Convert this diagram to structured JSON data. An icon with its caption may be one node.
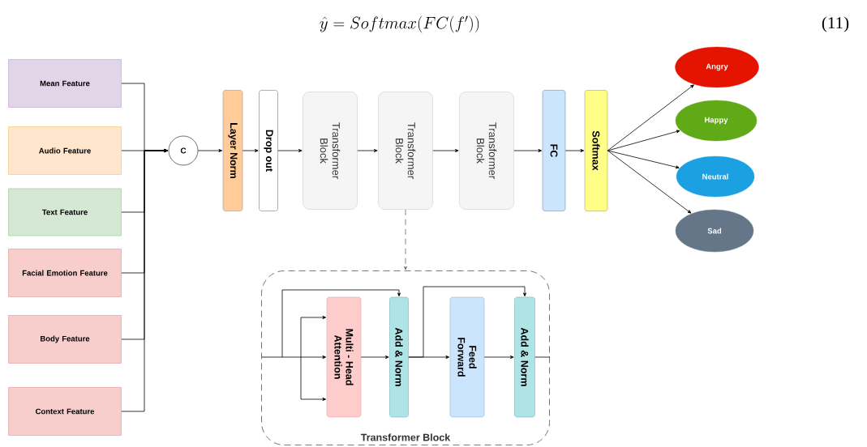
{
  "diagram": {
    "nodes": [
      {
        "text": [
          "Mean Feature"
        ]
      },
      {
        "text": [
          "Audio Feature"
        ]
      },
      {
        "text": [
          "Text Feature"
        ]
      },
      {
        "text": [
          "Facial Emotion Feature"
        ]
      },
      {
        "text": [
          "Body Feature"
        ]
      },
      {
        "text": [
          "Context Feature"
        ]
      },
      {
        "text": [
          "C"
        ]
      },
      {
        "text": [
          "Layer Norm"
        ]
      },
      {
        "text": [
          "Drop out"
        ]
      },
      {
        "text": [
          "Transformer Block"
        ]
      },
      {
        "text": [
          "Transformer Block"
        ]
      },
      {
        "text": [
          "Transformer Block"
        ]
      },
      {
        "text": [
          "FC"
        ]
      },
      {
        "text": [
          "Softmax"
        ]
      },
      {
        "text": [
          "Angry"
        ]
      },
      {
        "text": [
          "Happy"
        ]
      },
      {
        "text": [
          "Neutral"
        ]
      },
      {
        "text": [
          "Sad"
        ]
      },
      {
        "text": [
          "Transformer Block"
        ]
      },
      {
        "text": [
          "Multi - Head Attention"
        ],
        "in": 18
      },
      {
        "text": [
          "Add & Norm"
        ],
        "in": 18
      },
      {
        "text": [
          "Feed Forward"
        ],
        "in": 18
      },
      {
        "text": [
          "Add & Norm"
        ],
        "in": 18
      }
    ],
    "edges": [
      {
        "from": 0,
        "to": 6,
        "arrow": "to"
      },
      {
        "from": 1,
        "to": 6,
        "arrow": "to"
      },
      {
        "from": 2,
        "to": 6,
        "arrow": "to"
      },
      {
        "from": 3,
        "to": 6,
        "arrow": "to"
      },
      {
        "from": 4,
        "to": 6,
        "arrow": "to"
      },
      {
        "from": 5,
        "to": 6,
        "arrow": "to"
      },
      {
        "from": 6,
        "to": 7,
        "arrow": "to"
      },
      {
        "from": 7,
        "to": 8,
        "arrow": "to"
      },
      {
        "from": 8,
        "to": 9,
        "arrow": "to"
      },
      {
        "from": 9,
        "to": 10,
        "arrow": "to"
      },
      {
        "from": 10,
        "to": 11,
        "arrow": "to"
      },
      {
        "from": 11,
        "to": 12,
        "arrow": "to"
      },
      {
        "from": 12,
        "to": 13,
        "arrow": "to"
      },
      {
        "from": 13,
        "to": 14,
        "arrow": "to"
      },
      {
        "from": 13,
        "to": 15,
        "arrow": "to"
      },
      {
        "from": 13,
        "to": 16,
        "arrow": "to"
      },
      {
        "from": 13,
        "to": 17,
        "arrow": "to"
      },
      {
        "from": 10,
        "to": 18,
        "arrow": "to",
        "style": "dashed",
        "color": "#666666"
      },
      {
        "from": null,
        "to": 19,
        "arrow": "to"
      },
      {
        "from": null,
        "to": 19,
        "arrow": "to"
      },
      {
        "from": null,
        "to": 19,
        "arrow": "to"
      },
      {
        "from": null,
        "to": 20,
        "arrow": "to"
      },
      {
        "from": 19,
        "to": 20,
        "arrow": "to"
      },
      {
        "from": 20,
        "to": 21,
        "arrow": "to"
      },
      {
        "from": 20,
        "to": 22,
        "arrow": "to"
      },
      {
        "from": 21,
        "to": 22,
        "arrow": "to"
      },
      {
        "from": 22,
        "to": null,
        "arrow": "none"
      }
    ],
    "labels": [
      "\\hat{y} = Softmax\\big(FC(f')\\big)",
      "(11)"
    ]
  }
}
